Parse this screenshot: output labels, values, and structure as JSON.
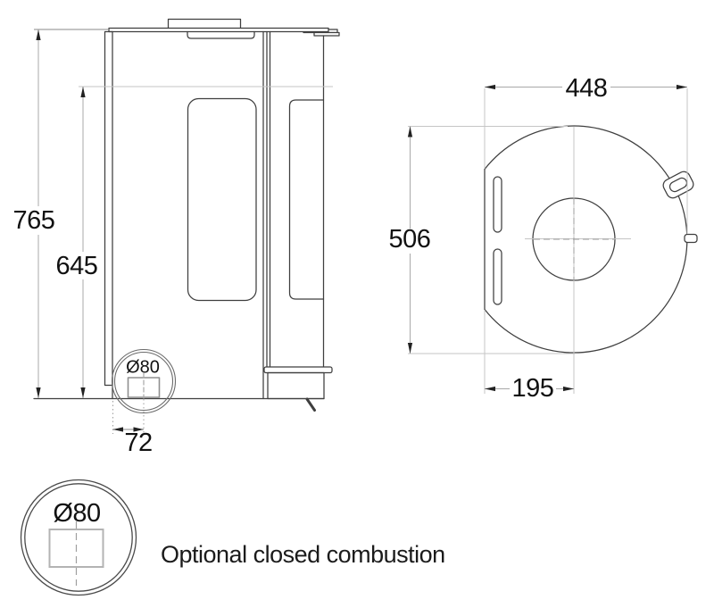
{
  "diagram": {
    "side_view": {
      "overall_height": "765",
      "body_height": "645",
      "inlet_offset": "72",
      "inlet_diameter": "Ø80"
    },
    "top_view": {
      "overall_width": "448",
      "overall_depth": "506",
      "flat_to_center_offset": "195"
    },
    "detail_view": {
      "inlet_diameter": "Ø80",
      "caption": "Optional closed combustion"
    }
  },
  "colors": {
    "outline": "#3f3f3f",
    "construction_line": "#c5c5c5",
    "dimension_line": "#a8a8a8",
    "arrow": "#222222",
    "text": "#111111",
    "detail_gray": "#b3b3b3",
    "dashed_centerline": "#9e9e9e"
  }
}
